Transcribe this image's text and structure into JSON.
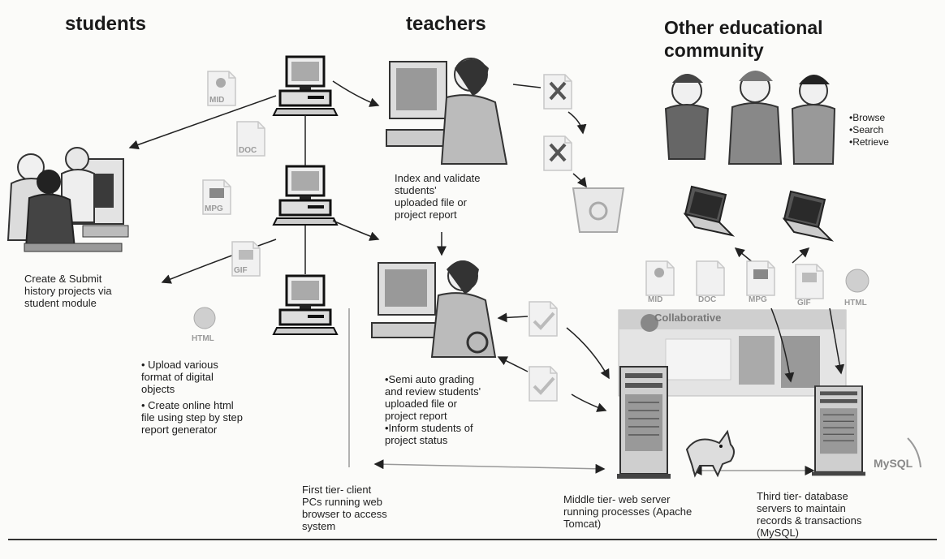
{
  "headings": {
    "students": "students",
    "teachers": "teachers",
    "other_line1": "Other educational",
    "other_line2": "community"
  },
  "captions": {
    "students_module": [
      "Create & Submit",
      "history projects via",
      "student module"
    ],
    "teacher_index": [
      "Index  and validate",
      "students'",
      "uploaded file or",
      "project report"
    ],
    "first_tier": [
      "First tier- client",
      "PCs running web",
      "browser to access",
      "system"
    ],
    "middle_tier": [
      "Middle tier- web server",
      "running processes (Apache",
      "Tomcat)"
    ],
    "third_tier": [
      "Third tier- database",
      "servers to maintain",
      "records & transactions",
      "(MySQL)"
    ]
  },
  "student_bullets": [
    [
      "• Upload various",
      "format of digital",
      "objects"
    ],
    [
      "• Create online html",
      "file using step by step",
      "report generator"
    ]
  ],
  "teacher_bullets": [
    "•Semi auto grading",
    "and review students'",
    "uploaded file or",
    "project report",
    "•Inform students of",
    "project status"
  ],
  "community_actions": [
    "•Browse",
    "•Search",
    "•Retrieve"
  ],
  "file_icons": {
    "mid": "MID",
    "doc": "DOC",
    "mpg": "MPG",
    "gif": "GIF",
    "html": "HTML"
  },
  "web_portal_title": "Collaborative",
  "mysql_logo": "MySQL"
}
